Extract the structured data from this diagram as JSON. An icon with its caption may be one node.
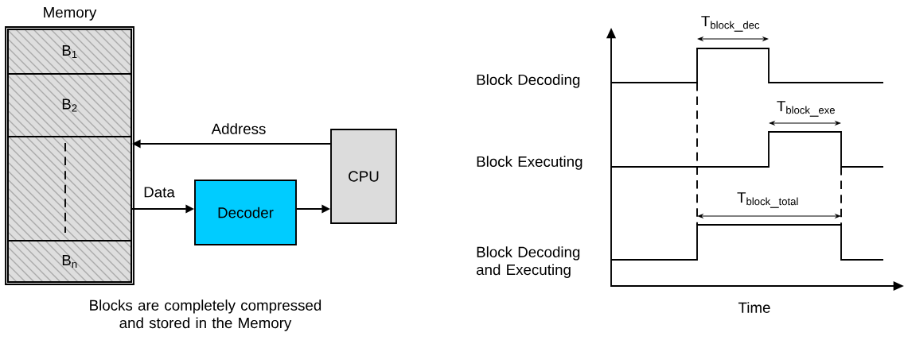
{
  "diagram": {
    "caption": "Blocks are completely compressed and stored in the Memory",
    "nodes": [
      {
        "text": [
          "Memory"
        ]
      },
      {
        "text": [
          "B$_{1}$"
        ],
        "in": 0
      },
      {
        "text": [
          "B$_{2}$"
        ],
        "in": 0
      },
      {
        "text": [],
        "shape": "box",
        "in": 0
      },
      {
        "text": [
          "B$_{n}$"
        ],
        "in": 0
      },
      {
        "text": [
          "Decoder"
        ]
      },
      {
        "text": [
          "CPU"
        ]
      }
    ],
    "edges": [
      {
        "from": 6,
        "to": 3,
        "arrow": "to",
        "label": "Address"
      },
      {
        "from": 3,
        "to": 5,
        "arrow": "to",
        "label": "Data"
      },
      {
        "from": 5,
        "to": 6,
        "arrow": "to"
      }
    ],
    "labels": [
      "\\mathrm{T}_{\\mathrm{block\\_dec}}",
      "Block Decoding",
      "\\mathrm{T}_{\\mathrm{block\\_exe}}",
      "Block Executing",
      "\\mathrm{T}_{\\mathrm{block\\_total}}",
      "Block Decoding and Executing",
      "Time"
    ]
  }
}
